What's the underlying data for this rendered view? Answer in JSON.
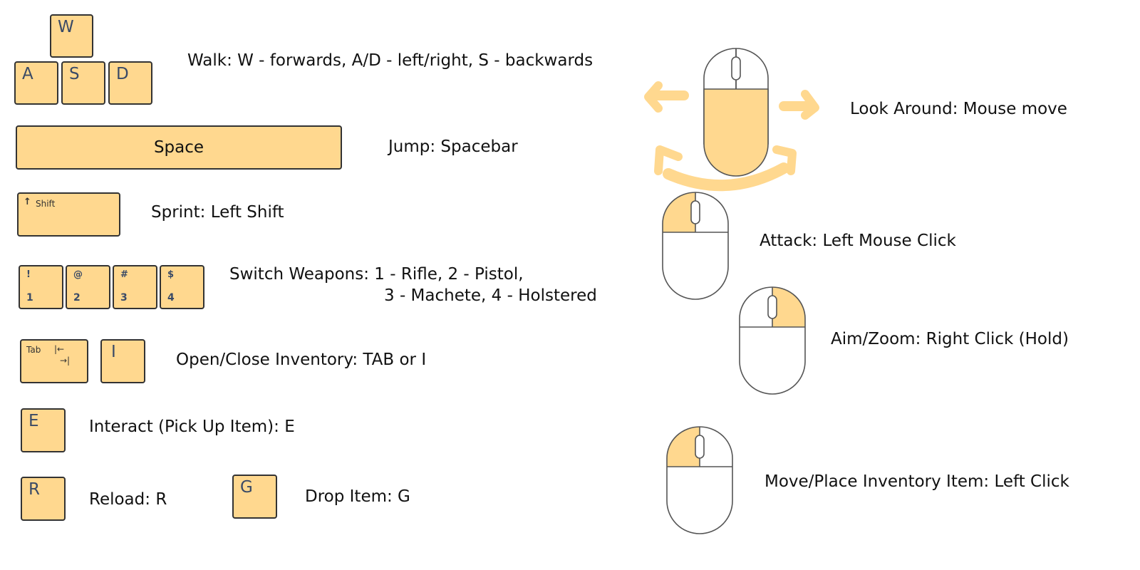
{
  "colors": {
    "key_fill": "#ffd88f",
    "key_border": "#333333",
    "mouse_highlight": "#ffd88f",
    "mouse_outline": "#555555"
  },
  "keys": {
    "w": "W",
    "a": "A",
    "s": "S",
    "d": "D",
    "space": "Space",
    "shift": "Shift",
    "shift_arrow": "↑",
    "num1_sym": "!",
    "num1": "1",
    "num2_sym": "@",
    "num2": "2",
    "num3_sym": "#",
    "num3": "3",
    "num4_sym": "$",
    "num4": "4",
    "tab": "Tab",
    "tab_arrow_left": "|←",
    "tab_arrow_right": "→|",
    "i": "I",
    "e": "E",
    "r": "R",
    "g": "G"
  },
  "labels": {
    "walk": "Walk: W - forwards, A/D - left/right, S - backwards",
    "jump": "Jump: Spacebar",
    "sprint": "Sprint: Left Shift",
    "switch_line1": "Switch Weapons: 1 - Rifle, 2 - Pistol,",
    "switch_line2": "3 - Machete, 4 - Holstered",
    "inventory": "Open/Close Inventory: TAB or I",
    "interact": "Interact (Pick Up Item): E",
    "reload": "Reload: R",
    "drop": "Drop Item: G",
    "look": "Look Around: Mouse move",
    "attack": "Attack: Left Mouse Click",
    "aim": "Aim/Zoom: Right Click (Hold)",
    "move_item": "Move/Place Inventory Item: Left Click"
  },
  "icons": {
    "look_mouse": "mouse-move-icon",
    "attack_mouse": "mouse-left-click-icon",
    "aim_mouse": "mouse-right-click-icon",
    "move_item_mouse": "mouse-left-click-icon"
  }
}
